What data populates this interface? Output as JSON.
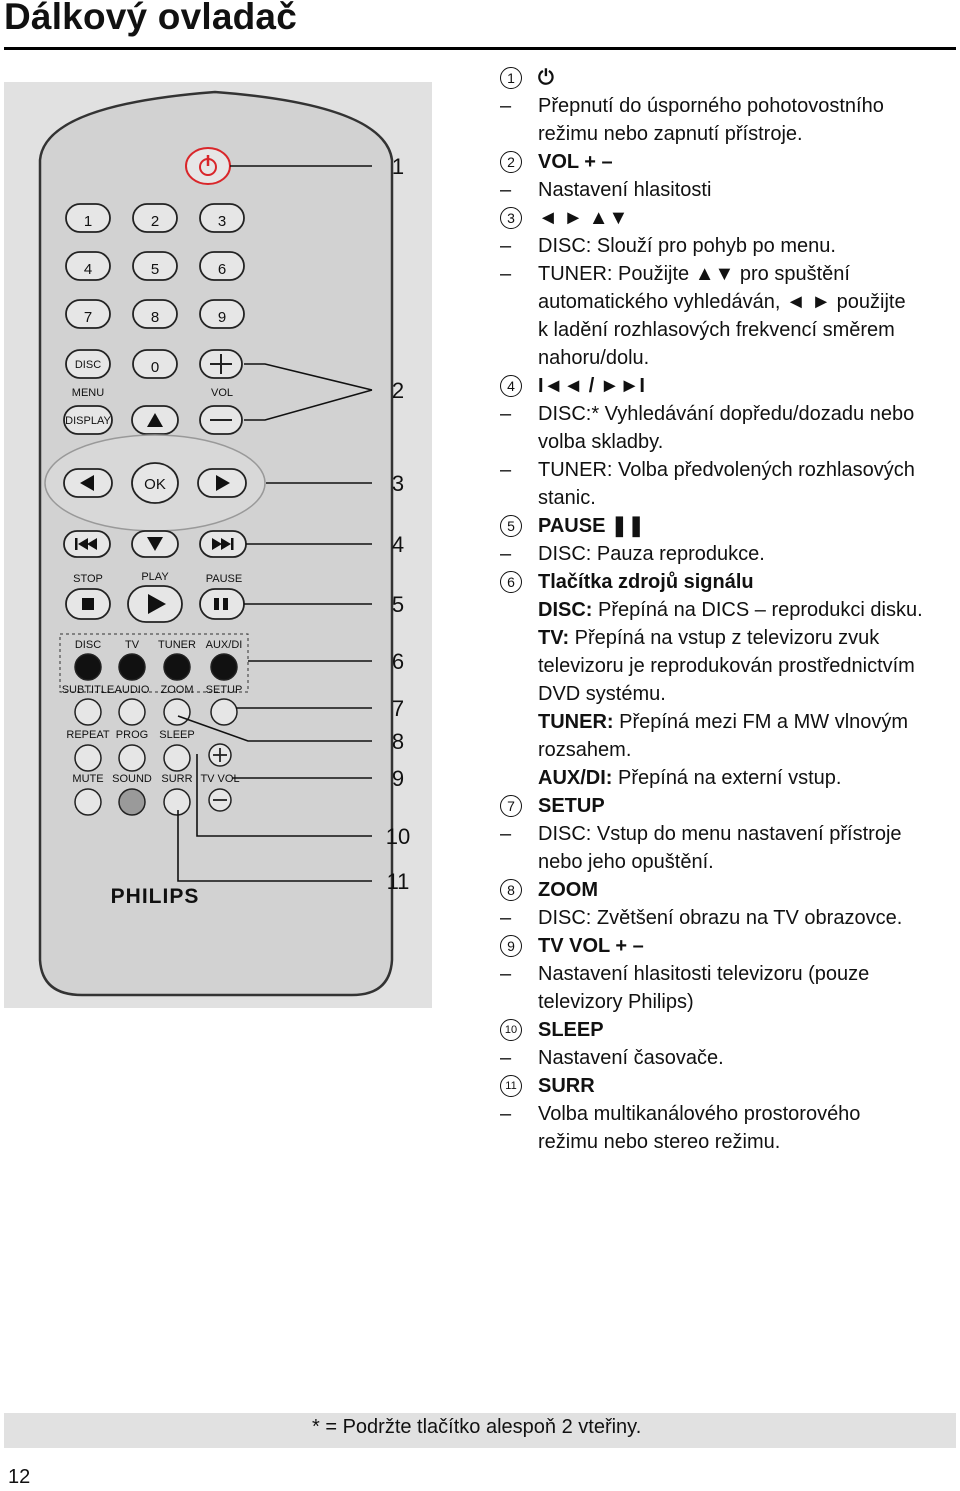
{
  "title": "Dálkový ovladač",
  "remote": {
    "brand": "PHILIPS",
    "num_keys": [
      "1",
      "2",
      "3",
      "4",
      "5",
      "6",
      "7",
      "8",
      "9",
      "0"
    ],
    "disc_key": "DISC",
    "menu_label": "MENU",
    "display_key": "DISPLAY",
    "vol_label": "VOL",
    "ok_key": "OK",
    "stop_label": "STOP",
    "play_label": "PLAY",
    "pause_label": "PAUSE",
    "source_labels": [
      "DISC",
      "TV",
      "TUNER",
      "AUX/DI"
    ],
    "row2_labels": [
      "SUBTITLE",
      "AUDIO",
      "ZOOM",
      "SETUP"
    ],
    "row3_labels": [
      "REPEAT",
      "PROG",
      "SLEEP"
    ],
    "row4_labels": [
      "MUTE",
      "SOUND",
      "SURR",
      "TV VOL"
    ],
    "callouts": [
      "1",
      "2",
      "3",
      "4",
      "5",
      "6",
      "7",
      "8",
      "9",
      "10",
      "11"
    ]
  },
  "items": [
    {
      "num": "1",
      "head": "⏻",
      "lines": [
        {
          "dash": true,
          "text": "Přepnutí do úsporného pohotovostního"
        },
        {
          "dash": false,
          "text": "režimu nebo zapnutí přístroje."
        }
      ]
    },
    {
      "num": "2",
      "head": "VOL + –",
      "lines": [
        {
          "dash": true,
          "text": "Nastavení hlasitosti"
        }
      ]
    },
    {
      "num": "3",
      "head": "◄ ► ▲▼",
      "lines": [
        {
          "dash": true,
          "text": "DISC: Slouží pro pohyb po menu."
        },
        {
          "dash": true,
          "text": "TUNER: Použijte ▲▼ pro spuštění"
        },
        {
          "dash": false,
          "text": "automatického vyhledáván, ◄ ► použijte"
        },
        {
          "dash": false,
          "text": "k ladění rozhlasových frekvencí směrem"
        },
        {
          "dash": false,
          "text": "nahoru/dolu."
        }
      ]
    },
    {
      "num": "4",
      "head": "I◄◄ / ►►I",
      "lines": [
        {
          "dash": true,
          "text": "DISC:* Vyhledávání dopředu/dozadu nebo"
        },
        {
          "dash": false,
          "text": "volba skladby."
        },
        {
          "dash": true,
          "text": "TUNER: Volba předvolených rozhlasových"
        },
        {
          "dash": false,
          "text": "stanic."
        }
      ]
    },
    {
      "num": "5",
      "head": "PAUSE ❚❚",
      "lines": [
        {
          "dash": true,
          "text": "DISC: Pauza reprodukce."
        }
      ]
    },
    {
      "num": "6",
      "head": "Tlačítka zdrojů signálu",
      "lines": [
        {
          "dash": false,
          "strong": "DISC:",
          "text": " Přepíná na DICS – reprodukci disku."
        },
        {
          "dash": false,
          "strong": "TV:",
          "text": " Přepíná na vstup z televizoru zvuk"
        },
        {
          "dash": false,
          "text": "televizoru je reprodukován prostřednictvím"
        },
        {
          "dash": false,
          "text": "DVD systému."
        },
        {
          "dash": false,
          "strong": "TUNER:",
          "text": " Přepíná mezi FM a MW vlnovým"
        },
        {
          "dash": false,
          "text": "rozsahem."
        },
        {
          "dash": false,
          "strong": "AUX/DI:",
          "text": " Přepíná na externí vstup."
        }
      ]
    },
    {
      "num": "7",
      "head": "SETUP",
      "lines": [
        {
          "dash": true,
          "text": "DISC: Vstup do menu nastavení přístroje"
        },
        {
          "dash": false,
          "text": "nebo jeho opuštění."
        }
      ]
    },
    {
      "num": "8",
      "head": "ZOOM",
      "lines": [
        {
          "dash": true,
          "text": "DISC: Zvětšení obrazu na TV obrazovce."
        }
      ]
    },
    {
      "num": "9",
      "head": "TV VOL + –",
      "lines": [
        {
          "dash": true,
          "text": "Nastavení hlasitosti televizoru (pouze"
        },
        {
          "dash": false,
          "text": "televizory Philips)"
        }
      ]
    },
    {
      "num": "10",
      "head": "SLEEP",
      "lines": [
        {
          "dash": true,
          "text": "Nastavení časovače."
        }
      ]
    },
    {
      "num": "11",
      "head": "SURR",
      "lines": [
        {
          "dash": true,
          "text": "Volba multikanálového prostorového"
        },
        {
          "dash": false,
          "text": "režimu nebo stereo režimu."
        }
      ]
    }
  ],
  "note": "* = Podržte tlačítko alespoň 2 vteřiny.",
  "page_number": "12",
  "colors": {
    "panel": "#e1e1e1",
    "power_red": "#d9262a",
    "remote_body": "#d0d0d0"
  }
}
